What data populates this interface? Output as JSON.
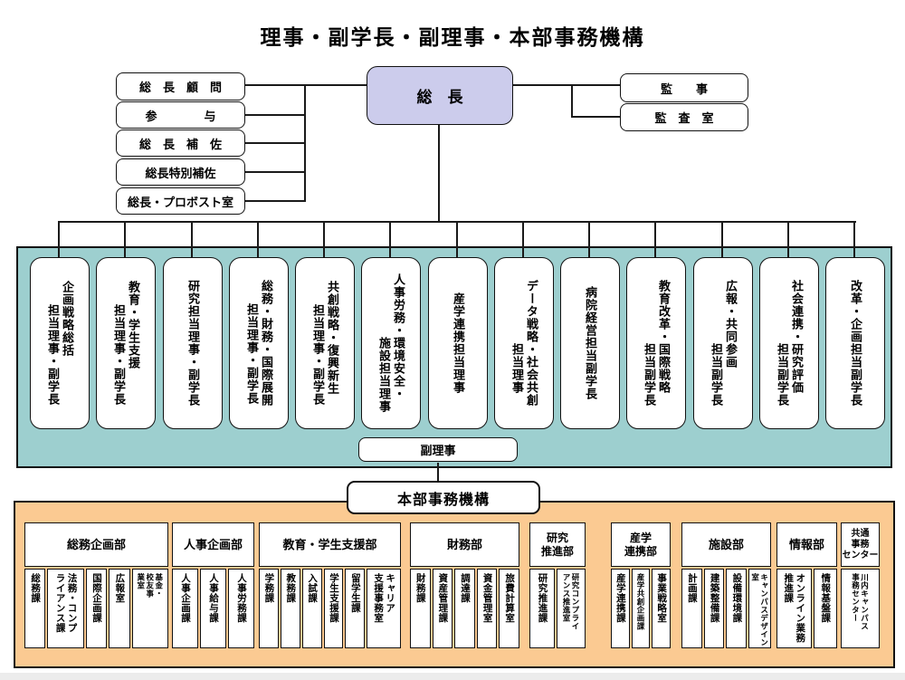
{
  "title": "理事・副学長・副理事・本部事務機構",
  "president": {
    "label": "総　長"
  },
  "left_boxes": [
    {
      "label": "総　長　顧　問"
    },
    {
      "label": "参　　　　与"
    },
    {
      "label": "総　長　補　佐"
    },
    {
      "label": "総長特別補佐"
    },
    {
      "label": "総長・プロボスト室"
    }
  ],
  "right_boxes": [
    {
      "label": "監　　事"
    },
    {
      "label": "監　査　室"
    }
  ],
  "executives": {
    "vice_director_label": "副理事",
    "boxes": [
      {
        "line1": "企画戦略総括",
        "line2": "担当理事・副学長"
      },
      {
        "line1": "教育・学生支援",
        "line2": "担当理事・副学長"
      },
      {
        "line1": "研究担当理事・副学長"
      },
      {
        "line1": "総務・財務・国際展開",
        "line2": "担当理事・副学長"
      },
      {
        "line1": "共創戦略・復興新生",
        "line2": "担当理事・副学長"
      },
      {
        "line1": "人事労務・環境安全・",
        "line2": "施設担当理事"
      },
      {
        "line1": "産学連携担当理事"
      },
      {
        "line1": "データ戦略・社会共創",
        "line2": "担当理事"
      },
      {
        "line1": "病院経営担当副学長"
      },
      {
        "line1": "教育改革・国際戦略",
        "line2": "担当副学長"
      },
      {
        "line1": "広報・共同参画",
        "line2": "担当副学長"
      },
      {
        "line1": "社会連携・研究評価",
        "line2": "担当副学長"
      },
      {
        "line1": "改革・企画担当副学長"
      }
    ]
  },
  "hq": {
    "label": "本部事務機構",
    "departments": [
      {
        "name": "総務企画部",
        "units": [
          {
            "label": "総務課"
          },
          {
            "label": "法務・コンプ\nライアンス課"
          },
          {
            "label": "国際企画課"
          },
          {
            "label": "広報室"
          },
          {
            "label": "基金・\n校友事\n業室"
          }
        ]
      },
      {
        "name": "人事企画部",
        "units": [
          {
            "label": "人事企画課"
          },
          {
            "label": "人事給与課"
          },
          {
            "label": "人事労務課"
          }
        ]
      },
      {
        "name": "教育・学生支援部",
        "units": [
          {
            "label": "学務課"
          },
          {
            "label": "教務課"
          },
          {
            "label": "入試課"
          },
          {
            "label": "学生支援課"
          },
          {
            "label": "留学生課"
          },
          {
            "label": "キャリア\n支援事務室"
          }
        ]
      },
      {
        "name": "財務部",
        "units": [
          {
            "label": "財務課"
          },
          {
            "label": "資産管理課"
          },
          {
            "label": "調達課"
          },
          {
            "label": "資金管理室"
          },
          {
            "label": "旅費計算室"
          }
        ]
      },
      {
        "name": "研究\n推進部",
        "units": [
          {
            "label": "研究推進課"
          },
          {
            "label": "研究コンプライ\nアンス推進室"
          }
        ]
      },
      {
        "name": "産学\n連携部",
        "units": [
          {
            "label": "産学連携課"
          },
          {
            "label": "産学共創企画課"
          },
          {
            "label": "事業戦略室"
          }
        ]
      },
      {
        "name": "施設部",
        "units": [
          {
            "label": "計画課"
          },
          {
            "label": "建築整備課"
          },
          {
            "label": "設備環境課"
          },
          {
            "label": "キャンパスデザイン室"
          }
        ]
      },
      {
        "name": "情報部",
        "units": [
          {
            "label": "オンライン業務\n推進課"
          },
          {
            "label": "情報基盤課"
          }
        ]
      },
      {
        "name": "共通\n事務\nセンター",
        "units": [
          {
            "label": "川内キャンパス\n事務センター"
          }
        ]
      }
    ]
  },
  "colors": {
    "president_fill": "#ccccec",
    "executive_band_fill": "#9dcfcf",
    "admin_band_fill": "#fbca92",
    "line_color": "#1a1a1a"
  }
}
